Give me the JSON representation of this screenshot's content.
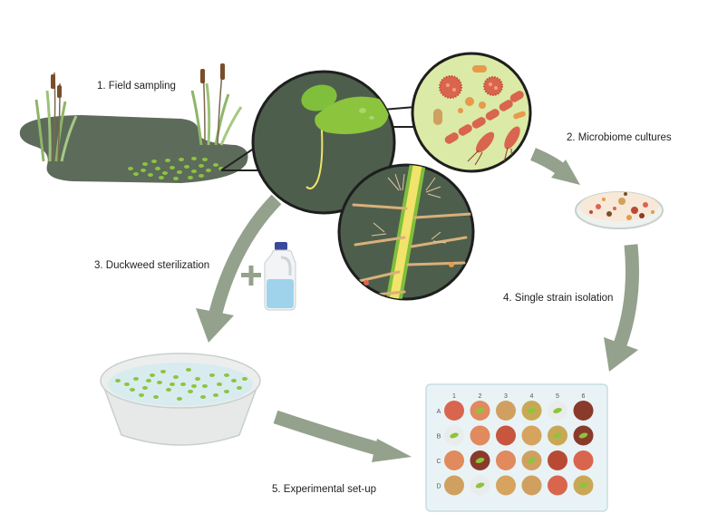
{
  "steps": [
    {
      "id": "field",
      "label": "1. Field sampling"
    },
    {
      "id": "cultures",
      "label": "2. Microbiome cultures"
    },
    {
      "id": "sterilization",
      "label": "3. Duckweed sterilization"
    },
    {
      "id": "isolation",
      "label": "4. Single strain isolation"
    },
    {
      "id": "setup",
      "label": "5. Experimental set-up"
    }
  ],
  "plate": {
    "columns": [
      "1",
      "2",
      "3",
      "4",
      "5",
      "6"
    ],
    "rows": [
      "A",
      "B",
      "C",
      "D"
    ]
  },
  "icons": {
    "plus": "plus-icon",
    "bleach": "bleach-bottle-icon"
  },
  "colors": {
    "arrow": "#94a18c",
    "pond": "#5d6b5a",
    "duckweed": "#8cc43e",
    "circle_bg": "#4e5e4c",
    "microbe_bg": "#dbeaa6"
  }
}
